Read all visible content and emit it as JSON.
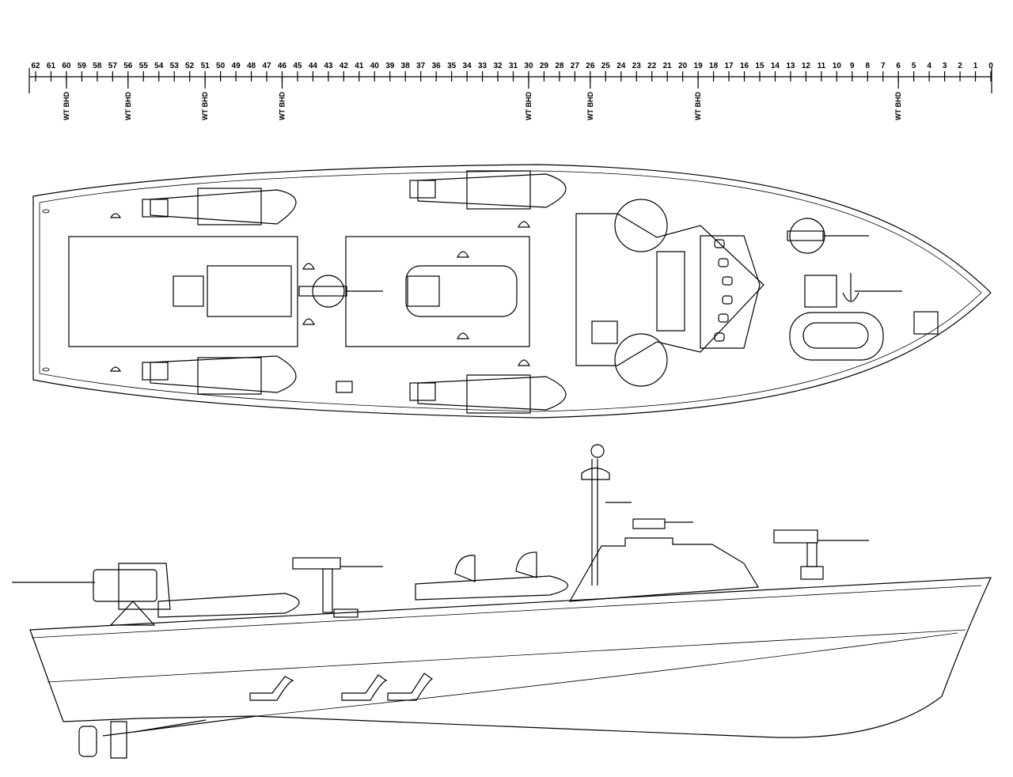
{
  "scale": {
    "max_station": 62,
    "min_station": 0
  },
  "bulkheads": [
    {
      "station": 60,
      "label": "WT BHD"
    },
    {
      "station": 56,
      "label": "WT BHD"
    },
    {
      "station": 51,
      "label": "WT BHD"
    },
    {
      "station": 46,
      "label": "WT BHD"
    },
    {
      "station": 30,
      "label": "WT BHD"
    },
    {
      "station": 26,
      "label": "WT BHD"
    },
    {
      "station": 19,
      "label": "WT BHD"
    },
    {
      "station": 6,
      "label": "WT BHD"
    }
  ]
}
